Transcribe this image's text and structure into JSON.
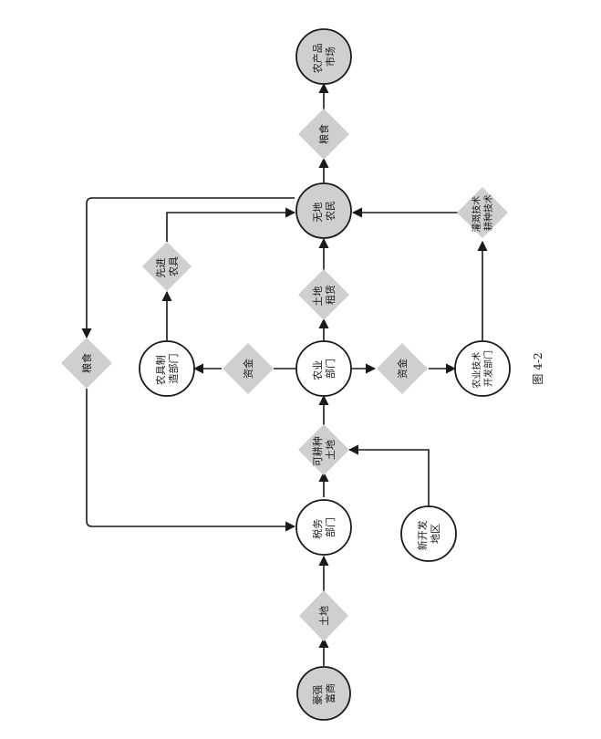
{
  "caption": "图 4-2",
  "colors": {
    "grey_fill": "#cfcfcf",
    "white_fill": "#ffffff",
    "stroke": "#1a1a1a"
  },
  "nodes": {
    "haoqiang_fushang": [
      "豪强",
      "富商"
    ],
    "tudi": [
      "土地"
    ],
    "shuiwu_bumen": [
      "税务",
      "部门"
    ],
    "kegengzhong_tudi": [
      "可耕种",
      "土地"
    ],
    "xinkaifa_diqu": [
      "新开发",
      "地区"
    ],
    "nongye_bumen": [
      "农业",
      "部门"
    ],
    "zijin_left": [
      "资金"
    ],
    "zijin_right": [
      "资金"
    ],
    "nongju_zhizao_bumen": [
      "农具制",
      "造部门"
    ],
    "nongye_jishu_kaifa_bumen": [
      "农业技术",
      "开发部门"
    ],
    "xianjin_nongju": [
      "先进",
      "农具"
    ],
    "tudi_zulin": [
      "土地",
      "租赁"
    ],
    "guangai_gengzhong_jishu": [
      "灌溉技术",
      "耕种技术"
    ],
    "wudi_nongmin": [
      "无地",
      "农民"
    ],
    "liangshi_top": [
      "粮食"
    ],
    "liangshi_left": [
      "粮食"
    ],
    "nongchanpin_shichang": [
      "农产品",
      "市场"
    ]
  }
}
